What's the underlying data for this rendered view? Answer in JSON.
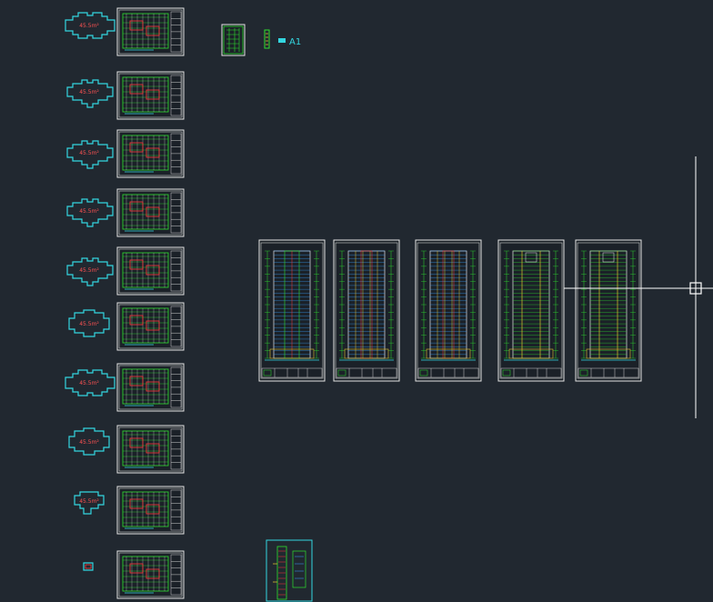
{
  "app": {
    "background": "#212830",
    "accent": "#33d6e0"
  },
  "floor_outlines": [
    {
      "label": "45.5m²",
      "shape": "a"
    },
    {
      "label": "45.5m²",
      "shape": "b"
    },
    {
      "label": "45.5m²",
      "shape": "b"
    },
    {
      "label": "45.5m²",
      "shape": "b"
    },
    {
      "label": "45.5m²",
      "shape": "b"
    },
    {
      "label": "45.5m²",
      "shape": "c"
    },
    {
      "label": "45.5m²",
      "shape": "a"
    },
    {
      "label": "45.5m²",
      "shape": "c"
    },
    {
      "label": "45.5m²",
      "shape": "d"
    },
    {
      "label": "",
      "shape": "e"
    }
  ],
  "plan_sheets_count": 10,
  "elevation_sheets": [
    {
      "variant": "facade"
    },
    {
      "variant": "elevation"
    },
    {
      "variant": "elevation"
    },
    {
      "variant": "section"
    },
    {
      "variant": "section"
    }
  ],
  "legend": {
    "label": "A1"
  },
  "colors": {
    "outline": "#33d6e0",
    "area_text": "#ff5252",
    "drawing_green": "#2ee02e",
    "drawing_red": "#ff3a3a",
    "drawing_yellow": "#e0c030",
    "drawing_blue": "#3aa0ff",
    "frame": "#e6e6e6"
  }
}
